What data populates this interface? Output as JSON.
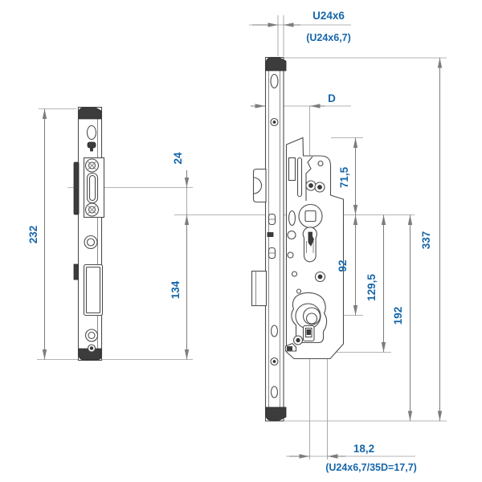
{
  "drawing_title": "multipoint-lock-dimension-drawing",
  "colors": {
    "dimension_label_blue": "#1767ab",
    "dimension_line_gray": "#7d7d7d",
    "extension_line_gray": "#9c9c9c",
    "part_outline_gray": "#4d4d4d",
    "part_fill_dark": "#3c3c3c",
    "background": "#ffffff"
  },
  "labels": {
    "profile_top": "U24x6",
    "profile_top_alt": "(U24x6,7)",
    "backset": "D",
    "keeper_height": "232",
    "keeper_offset": "24",
    "keeper_lower": "134",
    "top_to_center": "71,5",
    "center_to_gear": "92",
    "center_to_lower": "129,5",
    "center_to_bottom": "192",
    "total_height": "337",
    "bottom_offset": "18,2",
    "bottom_offset_alt": "(U24x6,7/35D=17,7)"
  }
}
